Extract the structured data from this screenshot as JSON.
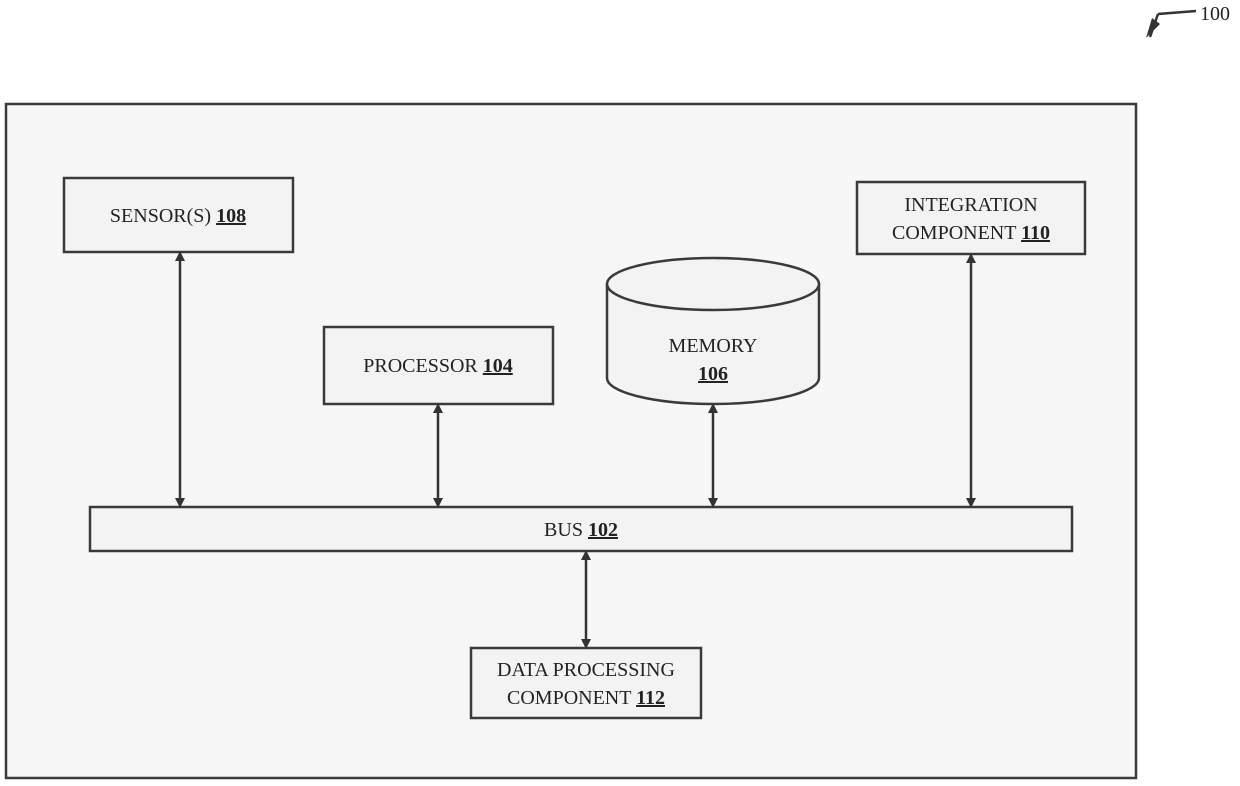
{
  "figure": {
    "ref": "100"
  },
  "bus": {
    "label": "BUS ",
    "ref": "102"
  },
  "processor": {
    "label": "PROCESSOR ",
    "ref": "104"
  },
  "memory": {
    "label": "MEMORY",
    "ref": "106"
  },
  "sensors": {
    "label": "SENSOR(S) ",
    "ref": "108"
  },
  "integration": {
    "line1": "INTEGRATION",
    "line2": "COMPONENT ",
    "ref": "110"
  },
  "data_processing": {
    "line1": "DATA PROCESSING",
    "line2": "COMPONENT ",
    "ref": "112"
  }
}
